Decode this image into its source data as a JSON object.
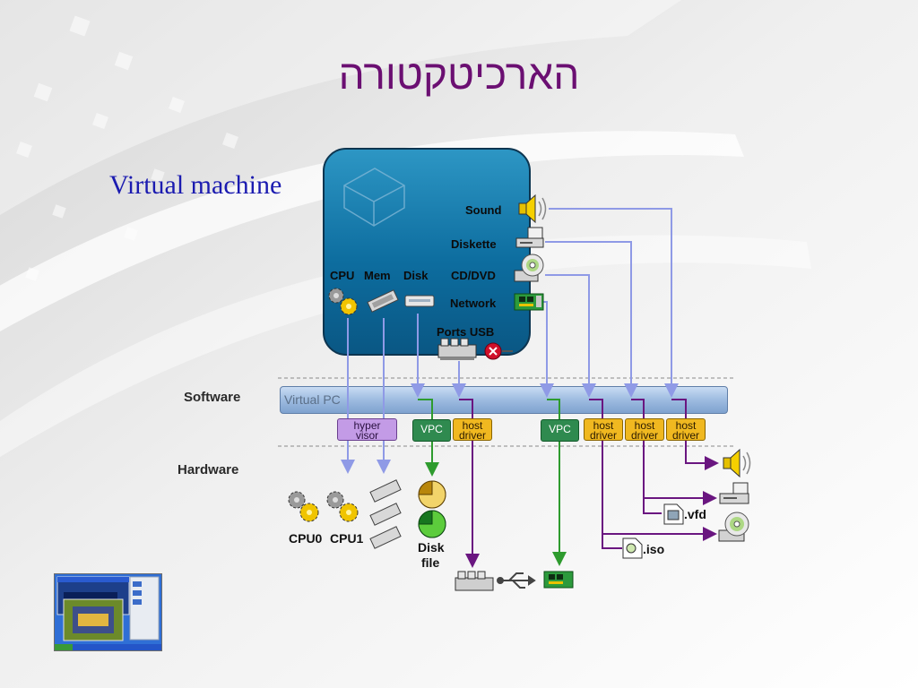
{
  "title": "הארכיטקטורה",
  "subtitle": "Virtual machine",
  "vm": {
    "cpu": "CPU",
    "mem": "Mem",
    "disk": "Disk",
    "sound": "Sound",
    "diskette": "Diskette",
    "cddvd": "CD/DVD",
    "network": "Network",
    "ports": "Ports USB"
  },
  "layers": {
    "software": "Software",
    "hardware": "Hardware"
  },
  "virtual_pc": "Virtual PC",
  "tags": {
    "hyper_l1": "hyper",
    "hyper_l2": "visor",
    "vpc": "VPC",
    "host_l1": "host",
    "host_l2": "driver"
  },
  "hardware": {
    "cpu0": "CPU0",
    "cpu1": "CPU1",
    "disk_file_l1": "Disk",
    "disk_file_l2": "file"
  },
  "files": {
    "vfd": ".vfd",
    "iso": ".iso"
  },
  "colors": {
    "title": "#6b0f72",
    "subtitle": "#1b1bb0",
    "vm_fill": "#0d6d9f",
    "arrow_blue": "#8f9ae6",
    "arrow_green": "#2e9b2e",
    "arrow_purple": "#6a1680",
    "tag_purple": "#c39be6",
    "tag_green": "#2f8a4f",
    "tag_yellow": "#f0b820"
  }
}
